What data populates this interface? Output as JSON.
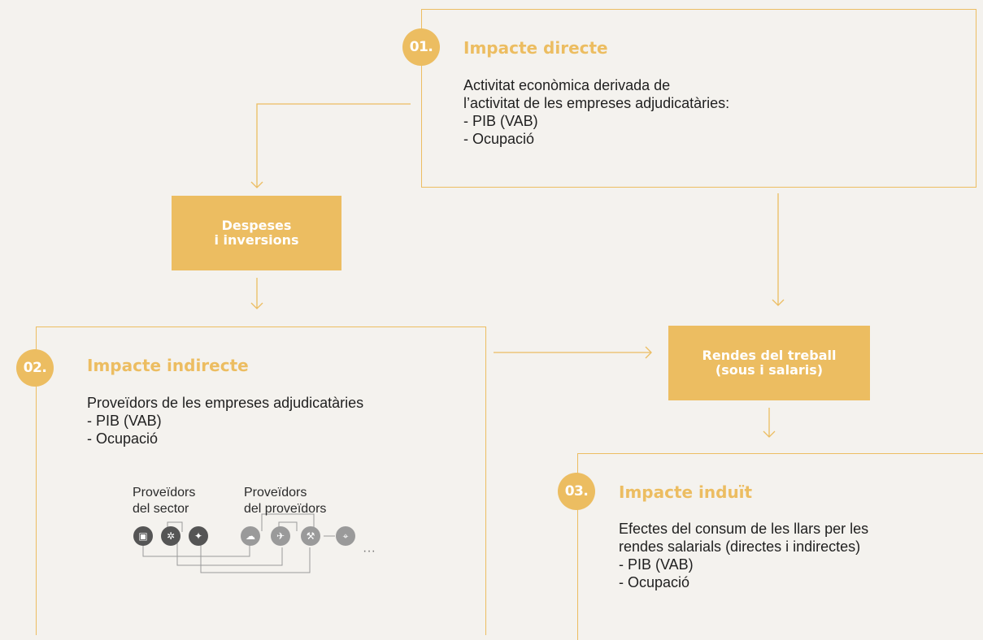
{
  "direct": {
    "badge": "01.",
    "title": "Impacte directe",
    "lines": [
      "Activitat econòmica derivada de",
      "l’activitat de les empreses adjudicatàries:",
      "- PIB (VAB)",
      "- Ocupació"
    ]
  },
  "spending": {
    "line1": "Despeses",
    "line2": "i inversions"
  },
  "indirect": {
    "badge": "02.",
    "title": "Impacte indirecte",
    "lines": [
      "Proveïdors de les empreses adjudicatàries",
      "- PIB (VAB)",
      "- Ocupació"
    ],
    "suppliers_sector": {
      "line1": "Proveïdors",
      "line2": "del sector"
    },
    "suppliers_of_suppliers": {
      "line1": "Proveïdors",
      "line2": "del proveïdors"
    },
    "icons": [
      "bag-icon",
      "gears-icon",
      "satellite-icon",
      "cloud-icon",
      "plane-icon",
      "tools-icon",
      "pin-icon"
    ],
    "more": "···"
  },
  "wages": {
    "line1": "Rendes del treball",
    "line2": "(sous i salaris)"
  },
  "induced": {
    "badge": "03.",
    "title": "Impacte induït",
    "lines": [
      "Efectes del consum de les llars per les",
      "rendes salarials (directes i indirectes)",
      "- PIB (VAB)",
      "- Ocupació"
    ]
  },
  "colors": {
    "accent": "#ecbd61",
    "background": "#f4f2ee",
    "text": "#1f1f1f"
  }
}
